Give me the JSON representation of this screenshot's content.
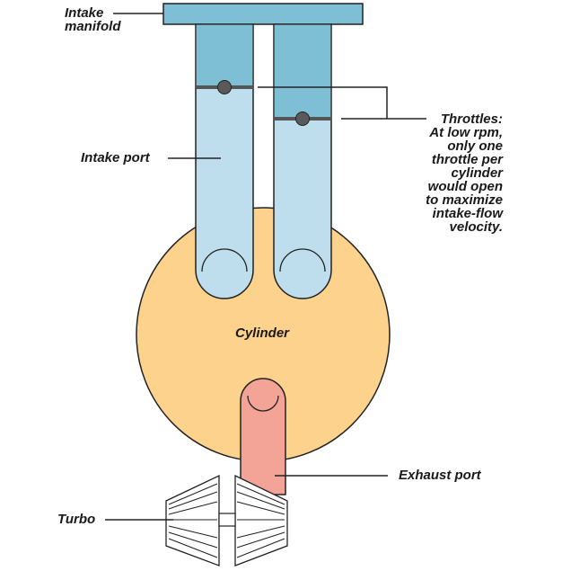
{
  "labels": {
    "intake_manifold": "Intake manifold",
    "intake_port": "Intake port",
    "throttles": [
      "Throttles:",
      "At low rpm,",
      "only one",
      "throttle per",
      "cylinder",
      "would open",
      "to maximize",
      "intake-flow",
      "velocity."
    ],
    "cylinder": "Cylinder",
    "exhaust_port": "Exhaust port",
    "turbo": "Turbo"
  },
  "colors": {
    "manifold": "#7fbfd6",
    "port_light": "#bfdeed",
    "cylinder": "#fcd28c",
    "exhaust": "#f4a496",
    "throttle_plate": "#5a5a5a",
    "outline": "#222222"
  }
}
